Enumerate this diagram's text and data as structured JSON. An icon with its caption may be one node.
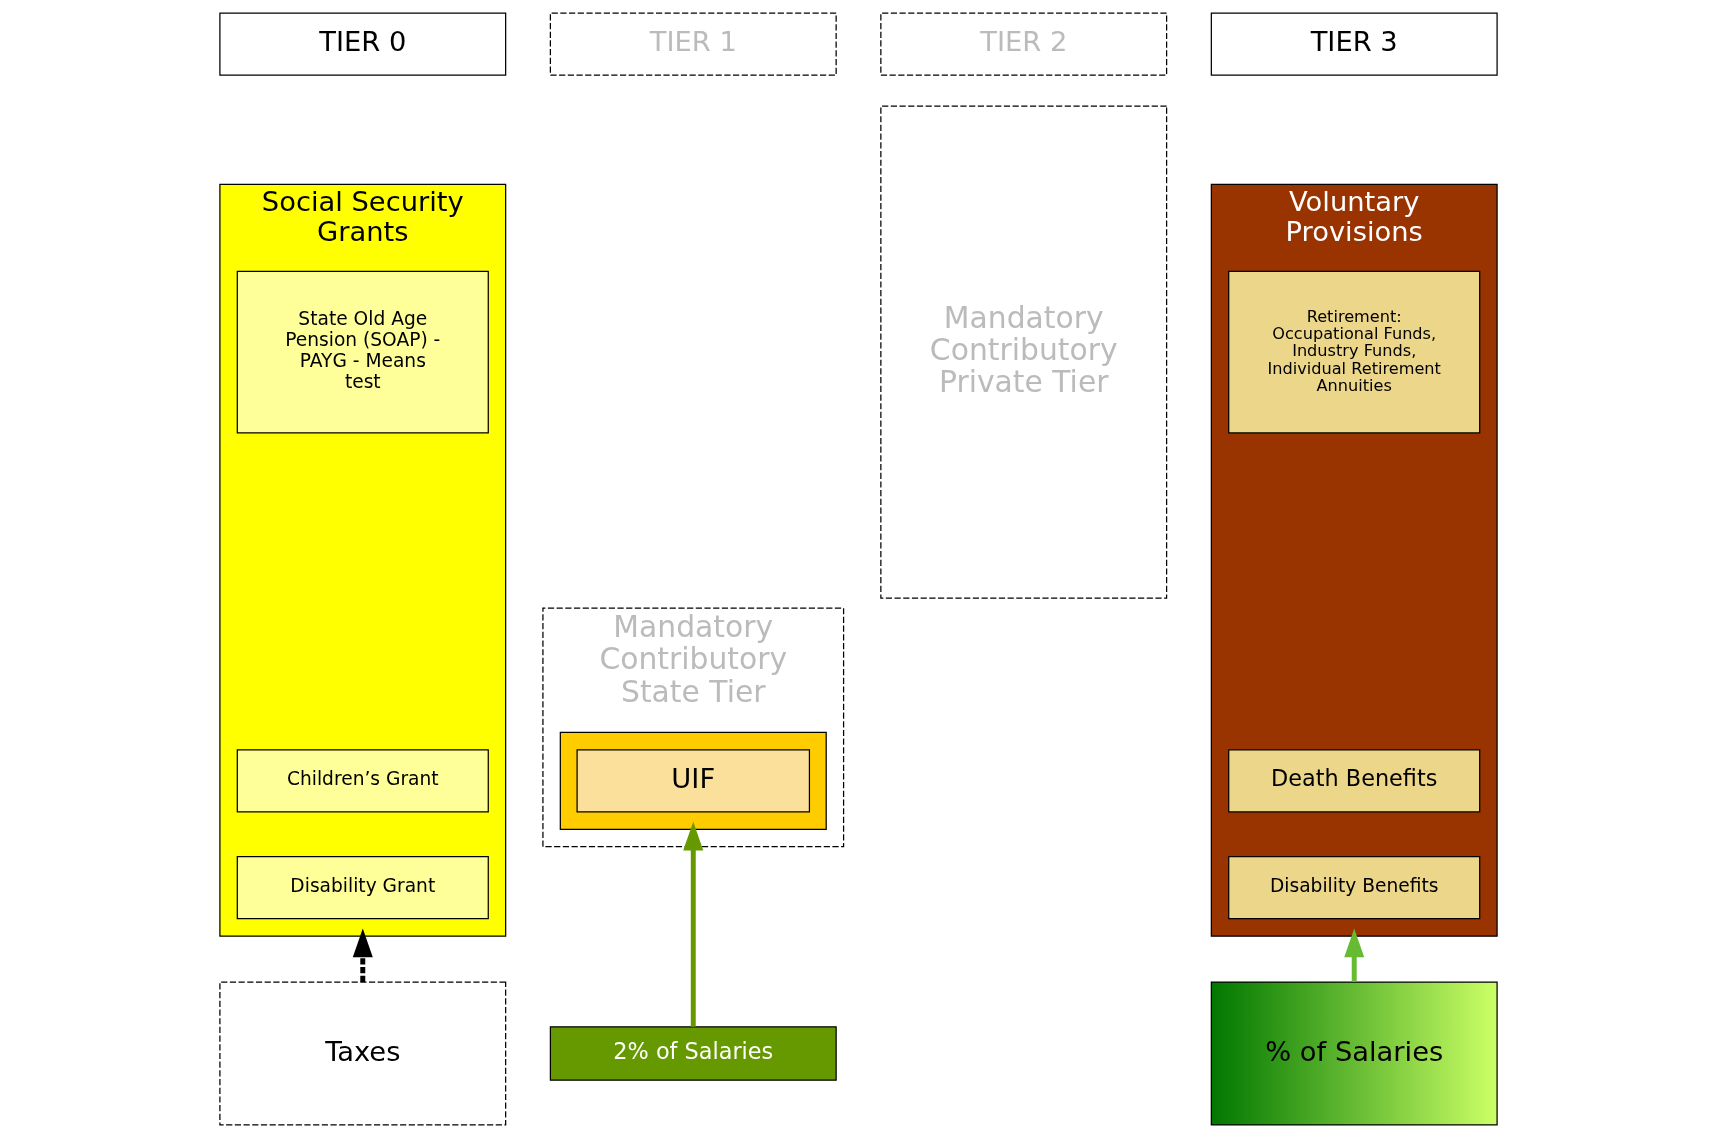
{
  "diagram": {
    "nodes": [
      {
        "text": [
          "TIER 0"
        ]
      },
      {
        "text": [
          "Social Security Grants"
        ]
      },
      {
        "text": [
          "State Old Age Pension (SOAP) - PAYG - Means test"
        ],
        "in": 1
      },
      {
        "text": [
          "Children’s Grant"
        ],
        "in": 1
      },
      {
        "text": [
          "Disability Grant"
        ],
        "in": 1
      },
      {
        "text": [
          "TIER 1"
        ]
      },
      {
        "text": [
          "Mandatory Contributory State Tier"
        ]
      },
      {
        "text": [],
        "shape": "box",
        "in": 6
      },
      {
        "text": [
          "UIF"
        ],
        "in": 7
      },
      {
        "text": [
          "TIER 2"
        ]
      },
      {
        "text": [
          "Mandatory Contributory Private Tier"
        ]
      },
      {
        "text": [
          "TIER 3"
        ]
      },
      {
        "text": [
          "Voluntary Provisions"
        ]
      },
      {
        "text": [
          "Retirement:",
          "Occupational Funds, Industry Funds, Individual Retirement Annuities"
        ],
        "in": 12
      },
      {
        "text": [
          "Death Benefits"
        ],
        "in": 12
      },
      {
        "text": [
          "Disability Benefits"
        ],
        "in": 12
      },
      {
        "text": [
          "Taxes"
        ]
      },
      {
        "text": [
          "2% of Salaries"
        ]
      },
      {
        "text": [
          "% of Salaries"
        ]
      }
    ],
    "edges": [
      {
        "from": 16,
        "to": 1,
        "arrow": "to",
        "style": "dashed"
      },
      {
        "from": 17,
        "to": 7,
        "arrow": "to",
        "color": "#669900"
      },
      {
        "from": 18,
        "to": 12,
        "arrow": "to",
        "color": "#66bb33"
      }
    ]
  }
}
